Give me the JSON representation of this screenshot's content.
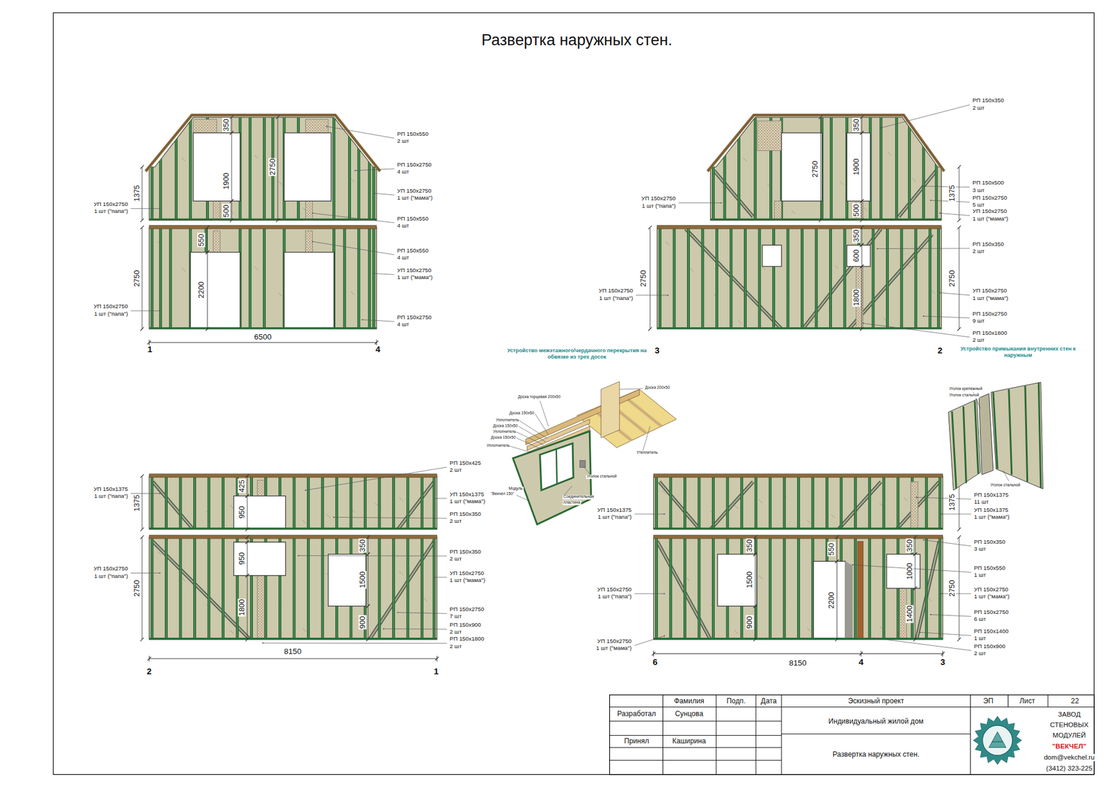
{
  "diagram": {
    "title": "Развертка наружных стен.",
    "labels": [
      "1375",
      "350",
      "1900",
      "2750",
      "500",
      "550",
      "2200",
      "2750",
      "6500",
      "1",
      "4",
      "РП 150x550",
      "2 шт",
      "РП 150x2750",
      "4 шт",
      "УП 150x2750",
      "1 шт (\"мама\")",
      "РП 150x550",
      "4 шт",
      "РП 150x550",
      "4 шт",
      "УП 150x2750",
      "1 шт (\"мама\")",
      "РП 150x2750",
      "4 шт",
      "УП 150x2750",
      "1 шт (\"папа\")",
      "УП 150x2750",
      "1 шт (\"папа\")",
      "350",
      "2750",
      "1900",
      "500",
      "1375",
      "350",
      "600",
      "1800",
      "2750",
      "2750",
      "3",
      "2",
      "РП 150x350",
      "2 шт",
      "РП 150x500",
      "3 шт",
      "РП 150x2750",
      "5 шт",
      "УП 150x2750",
      "1 шт (\"мама\")",
      "РП 150x350",
      "2 шт",
      "УП 150x2750",
      "1 шт (\"мама\")",
      "РП 150x2750",
      "9 шт",
      "РП 150x1800",
      "2 шт",
      "УП 150x2750",
      "1 шт (\"папа\")",
      "УП 150x2750",
      "1 шт (\"папа\")",
      "Устройство примыкания внутренних стен к наружным",
      "Устройство межэтажного/чердачного перекрытия на обвязке из трех досок",
      "425",
      "1375",
      "950",
      "950",
      "350",
      "1500",
      "1800",
      "900",
      "2750",
      "8150",
      "2",
      "1",
      "РП 150x425",
      "2 шт",
      "УП 150x1375",
      "1 шт (\"мама\")",
      "РП 150x350",
      "2 шт",
      "РП 150x350",
      "2 шт",
      "УП 150x2750",
      "1 шт (\"мама\")",
      "РП 150x2750",
      "7 шт",
      "РП 150x900",
      "2 шт",
      "РП 150x1800",
      "2 шт",
      "УП 150x1375",
      "1 шт (\"папа\")",
      "УП 150x2750",
      "1 шт (\"папа\")",
      "1375",
      "350",
      "1500",
      "900",
      "550",
      "2200",
      "350",
      "1000",
      "1400",
      "2750",
      "8150",
      "6",
      "4",
      "3",
      "РП 150x1375",
      "11 шт",
      "УП 150x1375",
      "1 шт (\"мама\")",
      "РП 150x350",
      "3 шт",
      "РП 150x550",
      "1 шт",
      "УП 150x2750",
      "1 шт (\"мама\")",
      "РП 150x2750",
      "6 шт",
      "РП 150x1400",
      "1 шт",
      "РП 150x900",
      "2 шт",
      "УП 150x1375",
      "1 шт (\"папа\")",
      "УП 150x2750",
      "1 шт (\"папа\")",
      "УП 150x2750",
      "1 шт (\"мама\")",
      "Доска торцевая 200x50",
      "Доска 200x50",
      "Доска 150x50",
      "Уплотнитель",
      "Доска 150x50",
      "Уплотнитель",
      "Доска 150x50",
      "Уплотнитель",
      "Утеплитель",
      "Уголок стальной",
      "Модуль",
      "\"Векчел 150\"",
      "Соединительная",
      "пластина",
      "Уголок крепежный",
      "Уголок стальной",
      "Уголок стальной",
      "Фамилия",
      "Подп.",
      "Дата",
      "Эскизный проект",
      "ЭП",
      "Лист",
      "22",
      "Разработал",
      "Сунцова",
      "Индивидуальный жилой дом",
      "Принял",
      "Каширина",
      "Развертка наружных стен.",
      "ЗАВОД",
      "СТЕНОВЫХ",
      "МОДУЛЕЙ",
      "\"ВЕКЧЕЛ\"",
      "dom@vekchel.ru",
      "(3412) 323-225"
    ]
  }
}
